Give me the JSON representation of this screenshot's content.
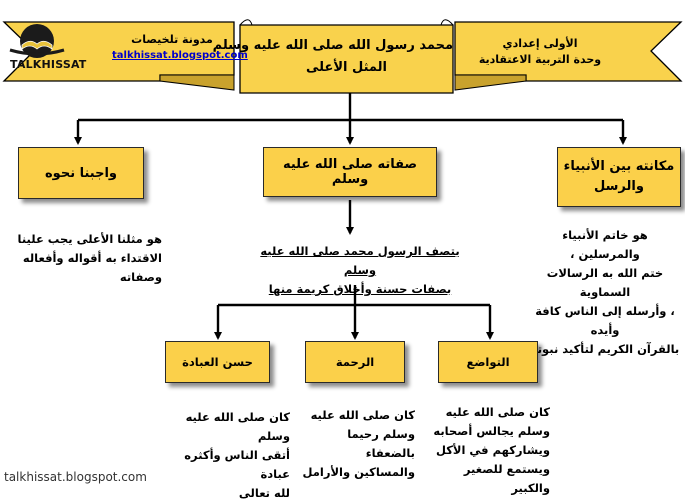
{
  "colors": {
    "box_fill": "#fbd04a",
    "banner_fill": "#f9d24c",
    "line": "#000000",
    "link": "#0000cc"
  },
  "logo": {
    "name": "TALKHISSAT",
    "icon": "book-icon"
  },
  "banner": {
    "title_line1": "محمد رسول الله صلى الله عليه وسلم",
    "title_line2": "المثل الأعلى",
    "right_line1": "الأولى إعدادي",
    "right_line2": "وحدة التربية الاعتقادية",
    "left_line1": "مدونة تلخيصات",
    "left_link": "talkhissat.blogspot.com"
  },
  "boxes": {
    "right": {
      "title_line1": "مكانته بين الأنبياء",
      "title_line2": "والرسل"
    },
    "center": {
      "title": "صفاته صلى الله عليه وسلم"
    },
    "left": {
      "title": "واجبنا نحوه"
    }
  },
  "texts": {
    "right": [
      "هو خاتم الأنبياء والمرسلين ،",
      "ختم الله به الرسالات السماوية",
      "، وأرسله إلى الناس كافة وأيده",
      "بالقرآن الكريم لتأكيد نبوته"
    ],
    "center": [
      "يتصف الرسول محمد صلى الله عليه وسلم",
      "بصفات حسنة وأخلاق كريمة منها"
    ],
    "left": [
      "هو مثلنا الأعلى يجب علينا",
      "الاقتداء به أقواله وأفعاله",
      "وصفاته"
    ]
  },
  "sub_boxes": {
    "right": {
      "title": "التواضع"
    },
    "center": {
      "title": "الرحمة"
    },
    "left": {
      "title": "حسن العبادة"
    }
  },
  "sub_texts": {
    "right": [
      "كان صلى الله عليه",
      "وسلم يجالس أصحابه",
      "ويشاركهم في الأكل",
      "ويستمع للصغير والكبير"
    ],
    "center": [
      "كان صلى الله عليه",
      "وسلم رحيما بالضعفاء",
      "والمساكين والأرامل"
    ],
    "left": [
      "كان صلى الله عليه وسلم",
      "أتقى الناس وأكثره عبادة",
      "لله تعالى"
    ]
  },
  "footer": {
    "url": "talkhissat.blogspot.com"
  }
}
